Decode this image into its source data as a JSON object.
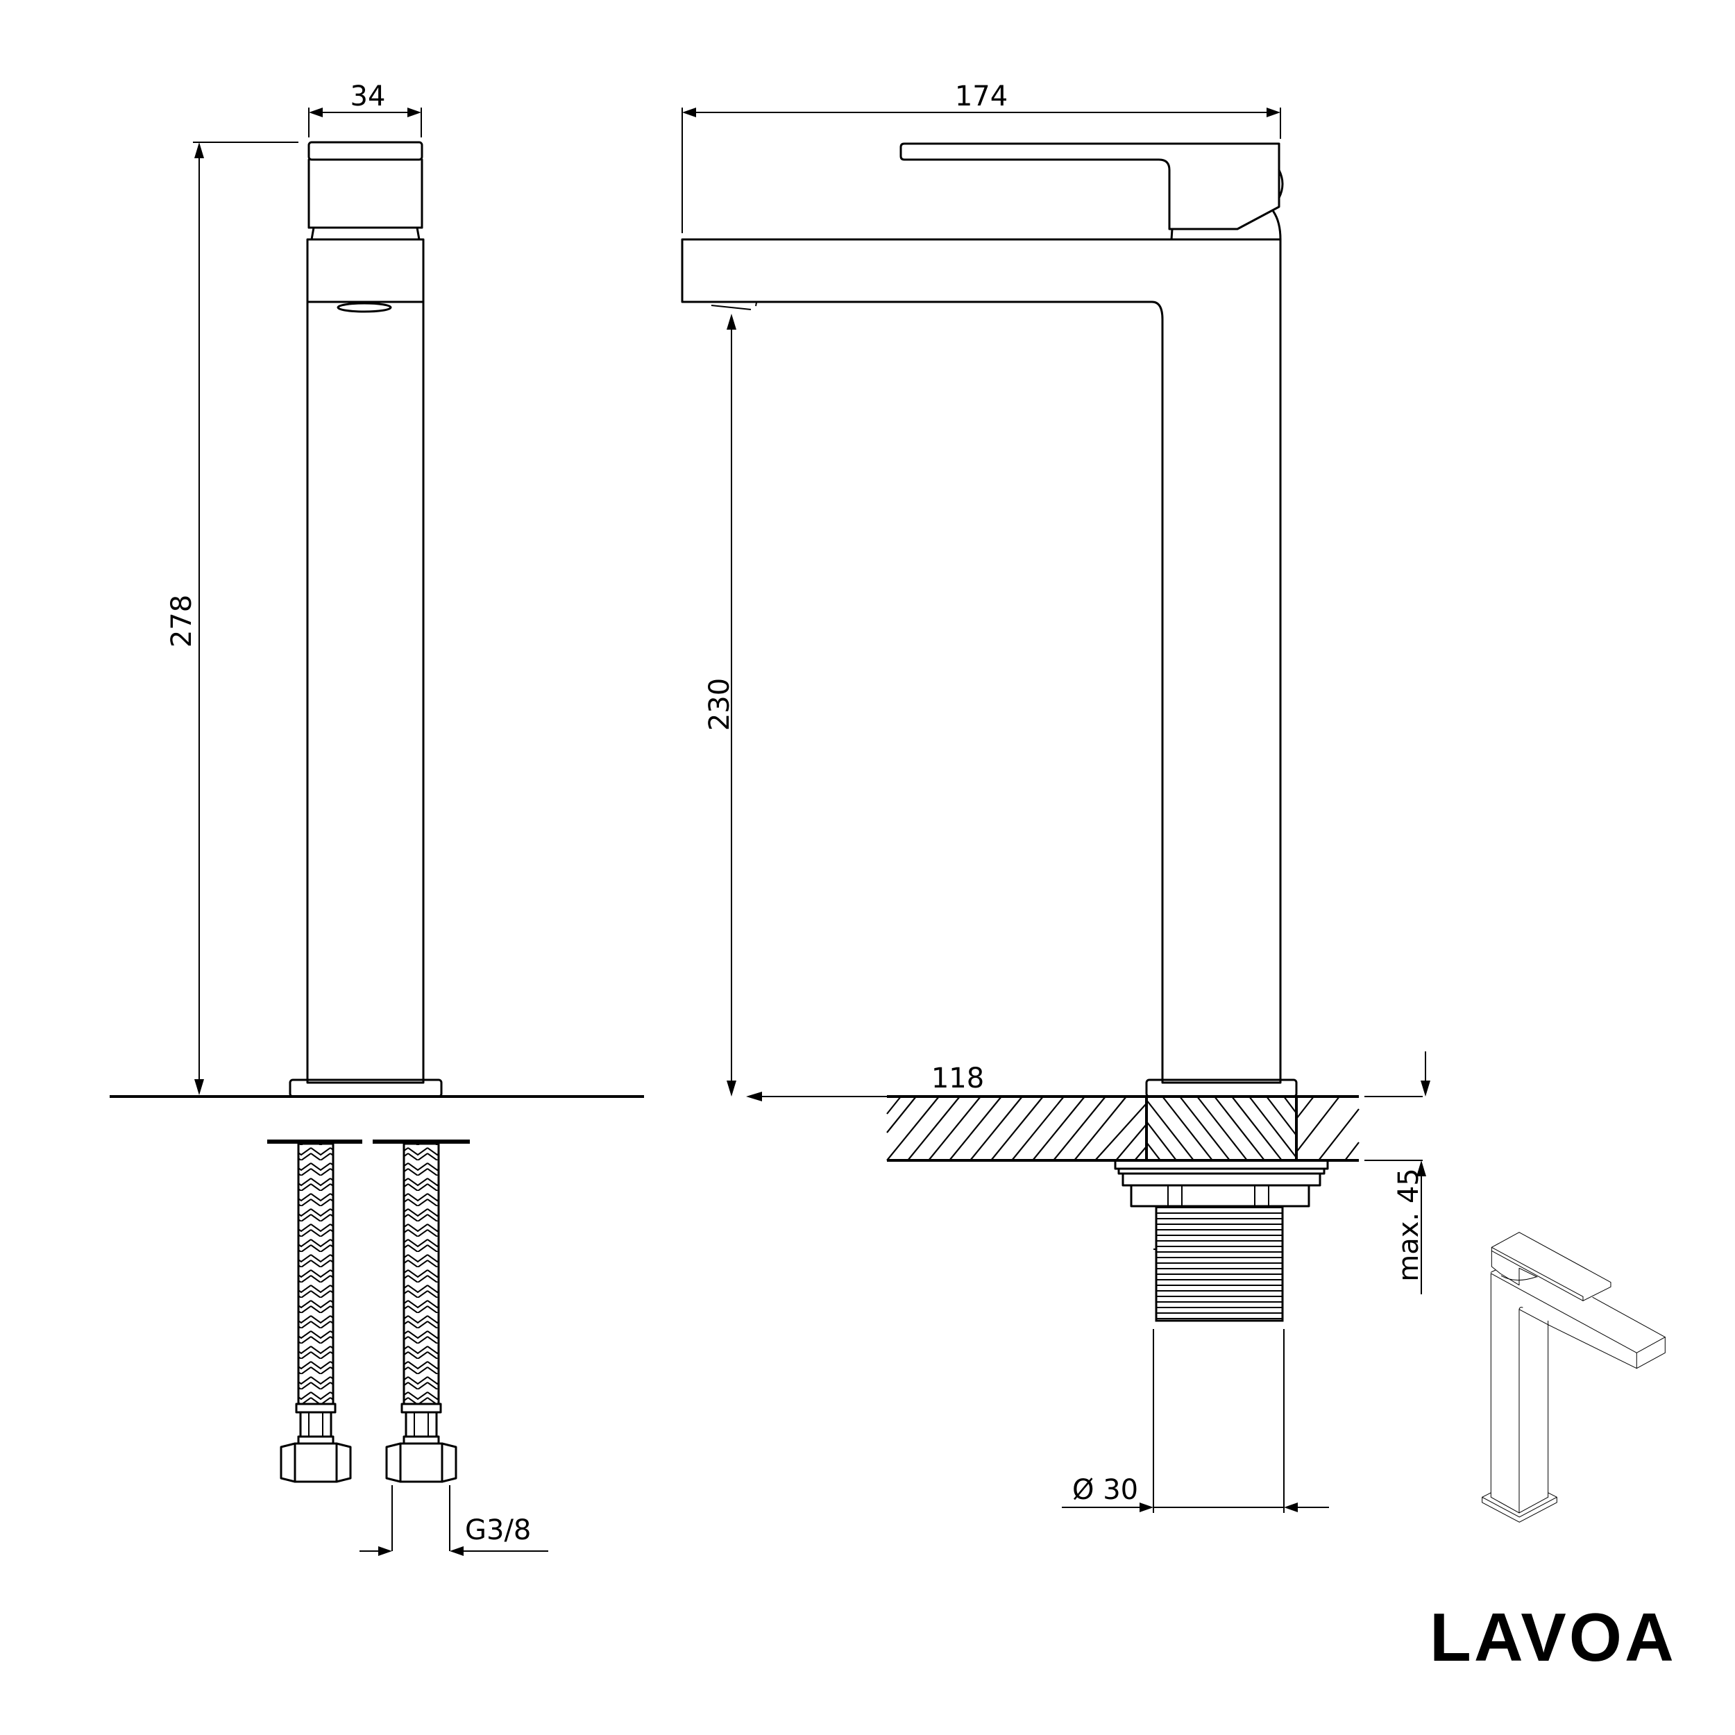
{
  "brand": {
    "logo_text": "LAVOA"
  },
  "colors": {
    "line": "#000000",
    "background": "#ffffff"
  },
  "views": {
    "front_view": {
      "dimensions": {
        "width": "34",
        "total_height": "278"
      }
    },
    "side_view": {
      "dimensions": {
        "total_length": "174",
        "spout_height": "230",
        "spout_reach": "118",
        "max_counter_thickness": "max. 45",
        "mounting_hole_diameter": "Ø 30"
      }
    },
    "supply_hoses": {
      "dimensions": {
        "connection_thread": "G3/8"
      }
    },
    "isometric_view": {
      "label": "isometric faucet illustration"
    }
  }
}
